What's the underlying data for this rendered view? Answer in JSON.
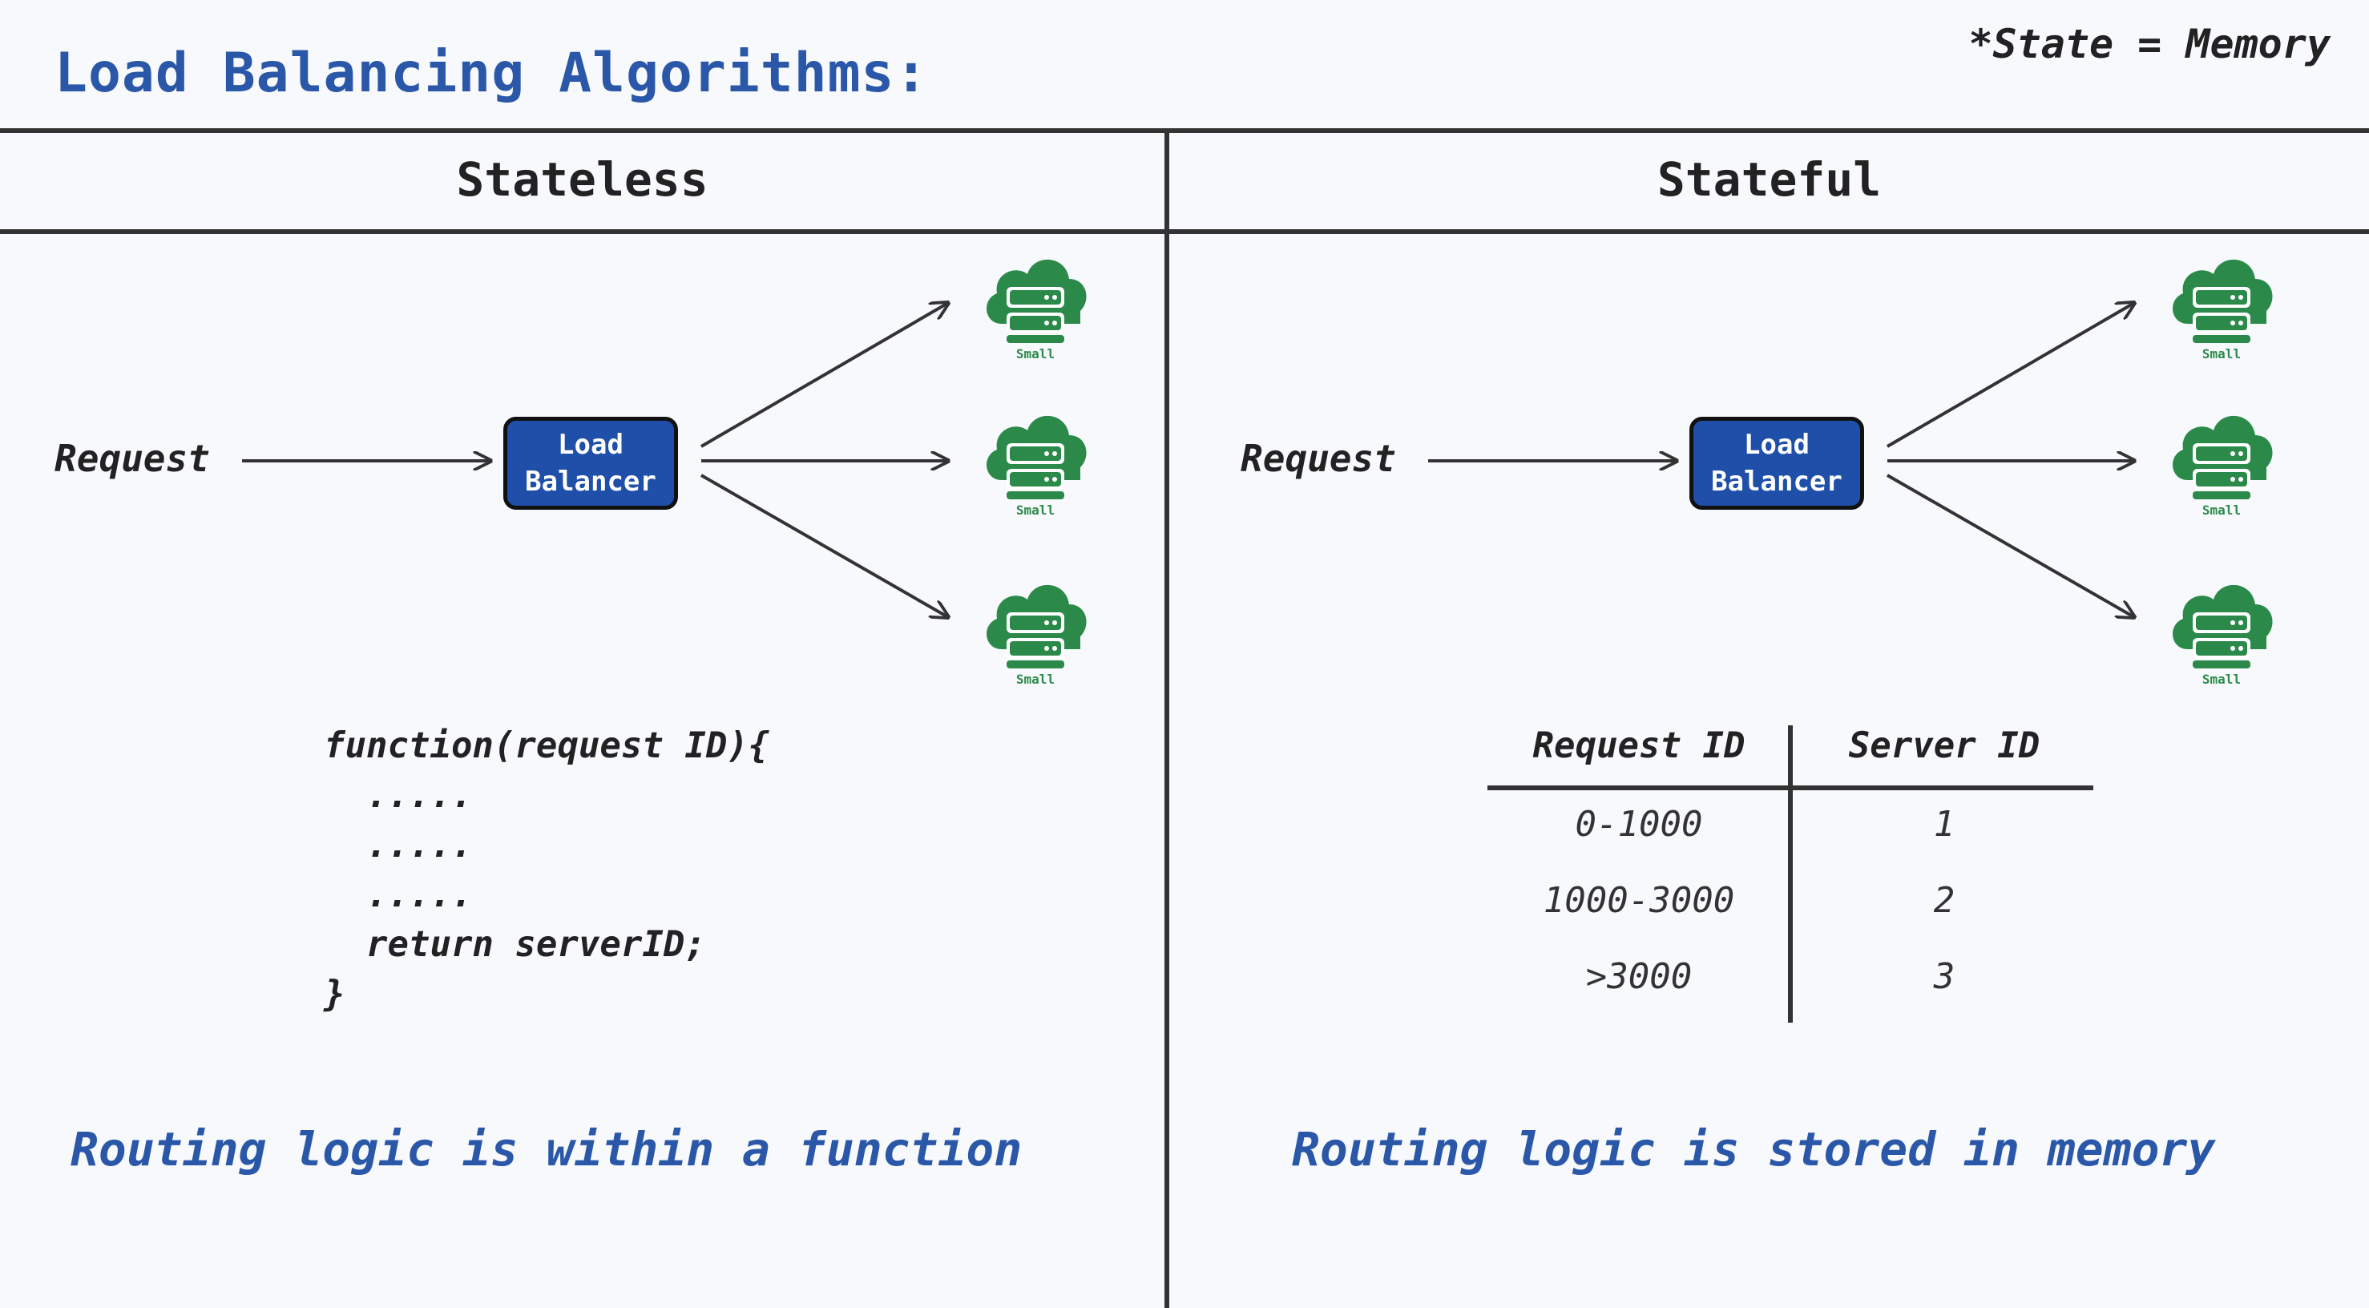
{
  "title": "Load Balancing Algorithms:",
  "note": "*State = Memory",
  "stateless": {
    "header": "Stateless",
    "request_label": "Request",
    "load_balancer": [
      "Load",
      "Balancer"
    ],
    "servers": [
      "Small",
      "Small",
      "Small"
    ],
    "code_lines": [
      "function(request ID){",
      "  .....",
      "  .....",
      "  .....",
      "  return serverID;",
      "}"
    ],
    "caption": "Routing logic is within a function"
  },
  "stateful": {
    "header": "Stateful",
    "request_label": "Request",
    "load_balancer": [
      "Load",
      "Balancer"
    ],
    "servers": [
      "Small",
      "Small",
      "Small"
    ],
    "table": {
      "headers": [
        "Request ID",
        "Server ID"
      ],
      "rows": [
        [
          "0-1000",
          "1"
        ],
        [
          "1000-3000",
          "2"
        ],
        [
          ">3000",
          "3"
        ]
      ]
    },
    "caption": "Routing logic is stored in memory"
  },
  "colors": {
    "accent": "#2a57a8",
    "load_balancer": "#1f4fa8",
    "server_icon": "#2b8a4a"
  },
  "icons": [
    "cloud-server-icon"
  ]
}
